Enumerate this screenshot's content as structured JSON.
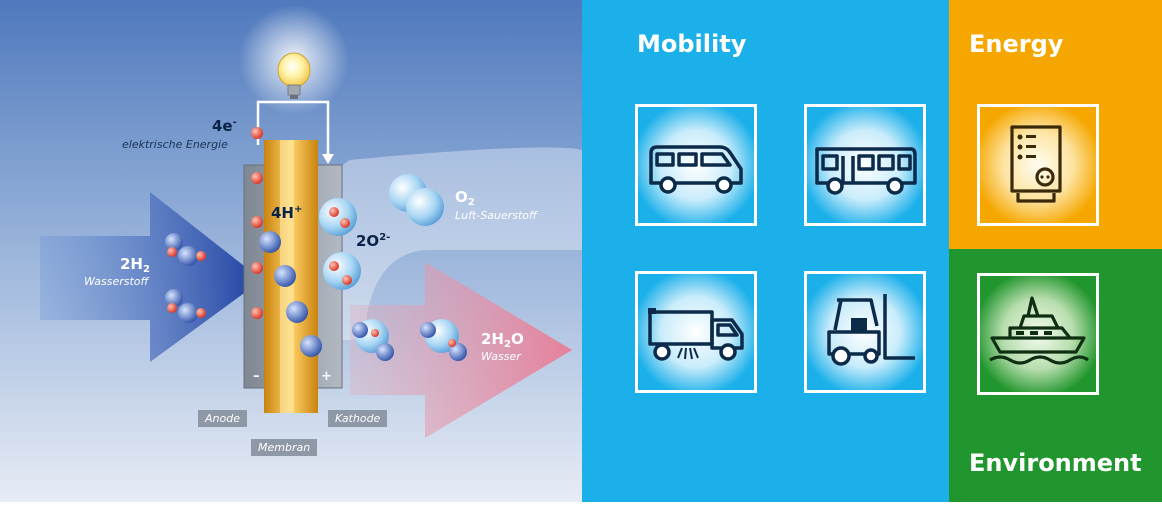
{
  "diagram": {
    "electrons": {
      "count": "4e",
      "charge": "-",
      "caption": "elektrische Energie"
    },
    "protons": {
      "count": "4H",
      "charge": "+"
    },
    "oxide": {
      "count": "2O",
      "charge": "2-"
    },
    "oxygen": {
      "symbol": "O",
      "sub": "2",
      "caption": "Luft-Sauerstoff"
    },
    "hydrogen": {
      "prefix": "2H",
      "sub": "2",
      "caption": "Wasserstoff"
    },
    "water": {
      "prefix": "2H",
      "sub": "2",
      "suffix": "O",
      "caption": "Wasser"
    },
    "electrode_signs": {
      "anode": "–",
      "cathode": "+"
    },
    "parts": {
      "anode": "Anode",
      "membrane": "Membran",
      "cathode": "Kathode"
    }
  },
  "sections": {
    "mobility": {
      "title": "Mobility",
      "color": "#1cb0ea",
      "tiles": [
        {
          "icon": "van-icon"
        },
        {
          "icon": "bus-icon"
        },
        {
          "icon": "street-sweeper-icon"
        },
        {
          "icon": "forklift-icon"
        }
      ]
    },
    "energy": {
      "title": "Energy",
      "color": "#f5a700",
      "tiles": [
        {
          "icon": "power-unit-icon"
        }
      ]
    },
    "environment": {
      "title": "Environment",
      "color": "#22962e",
      "tiles": [
        {
          "icon": "boat-icon"
        }
      ]
    }
  }
}
